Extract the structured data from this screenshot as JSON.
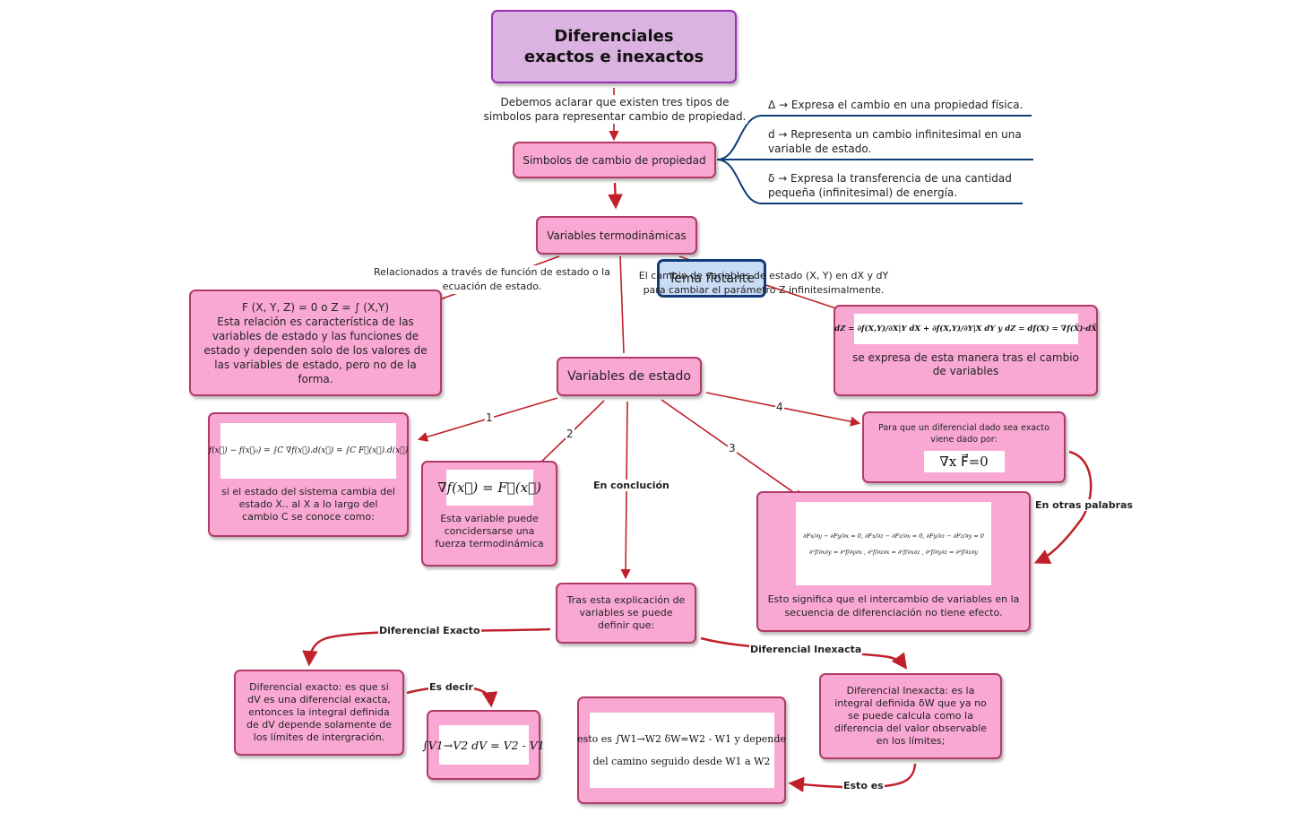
{
  "title": {
    "line1": "Diferenciales",
    "line2": "exactos e inexactos"
  },
  "intro_text": "Debemos aclarar que existen tres tipos de simbolos para representar cambio de propiedad.",
  "symbols_node": "Simbolos de cambio de propiedad",
  "symbols": [
    "Δ  → Expresa el cambio en una propiedad física.",
    "d  → Representa un cambio infinitesimal en una variable de estado.",
    "δ  → Expresa la transferencia de una cantidad pequeña (infinitesimal) de energía."
  ],
  "thermo_node": "Variables termodinámicas",
  "floating_topic": "Tema flotante",
  "related_text": "Relacionados a través de función de estado o la ecuación de estado.",
  "change_text": "El cambio de variables de estado (X, Y) en dX y dY para cambiar el parámetro Z infinitesimalmente.",
  "function_node": {
    "equation": "F (X, Y, Z) = 0 o Z = ∫ (X,Y)",
    "text": "Esta relación es característica de las variables de estado y las funciones de estado y dependen solo de los valores de las variables de estado, pero no de la forma."
  },
  "change_node": {
    "formula": "dZ = ∂f(X,Y)/∂X|Y dX + ∂f(X,Y)/∂Y|X dY  y  dZ = df(X) = ∇f(X̄)·dX̄",
    "text": "se expresa de esta manera tras el cambio de variables"
  },
  "state_node": "Variables de estado",
  "branch_numbers": [
    "1",
    "2",
    "3",
    "4"
  ],
  "branch1": {
    "formula": "f(x⃗) − f(x⃗₀) = ∫C ∇f(x⃗).d(x⃗) = ∫C F⃗(x⃗).d(x⃗)",
    "text": "si el estado del sistema cambia del estado X.. al X a lo largo del cambio C se conoce como:"
  },
  "branch2": {
    "formula": "∇f(x⃗) = F⃗(x⃗)",
    "text": "Esta variable puede concidersarse una fuerza termodinámica"
  },
  "branch3": {
    "row1": "∂Fx/∂y − ∂Fy/∂x = 0,   ∂Fx/∂z − ∂Fz/∂x = 0,   ∂Fy/∂z − ∂Fz/∂y = 0",
    "row2": "∂²f/∂x∂y = ∂²f/∂y∂x ,  ∂²f/∂z∂x = ∂²f/∂x∂z ,  ∂²f/∂y∂z = ∂²f/∂z∂y",
    "text": "Esto significa que el intercambio de variables en la secuencia de diferenciación no tiene efecto."
  },
  "branch4": {
    "text": "Para que un diferencial dado sea exacto viene dado por:",
    "formula": "∇x F⃗=0"
  },
  "labels": {
    "otras_palabras": "En otras palabras",
    "conclusion": "En conclución",
    "exacto": "Diferencial Exacto",
    "inexacta": "Diferencial Inexacta",
    "es_decir": "Es decir",
    "esto_es": "Esto es"
  },
  "explanation_node": "Tras esta explicación de variables se puede definir que:",
  "exact_node": "Diferencial exacto: es que si dV es una diferencial exacta, entonces la integral definida de dV depende solamente de los límites de intergración.",
  "exact_formula": "∫V1→V2 dV = V2 - V1",
  "inexact_node": "Diferencial Inexacta: es la integral definida δW que ya no se puede calcula como la diferencia del valor observable en los límites;",
  "inexact_formula": {
    "line1": "esto es ∫W1→W2 δW=W2 - W1 y depende",
    "line2": "del camino seguido desde W1 a W2"
  },
  "colors": {
    "node_fill": "#f9a8d4",
    "node_border": "#b23a66",
    "title_fill": "#dbb3e0",
    "title_border": "#9b2db3",
    "arrow": "#c0202a",
    "symbol_line": "#0c3d78"
  }
}
